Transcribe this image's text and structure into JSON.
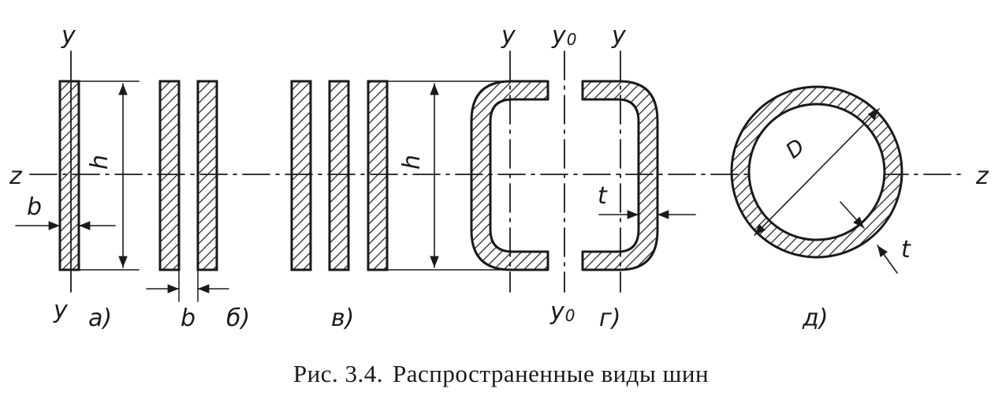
{
  "caption": {
    "number": "Рис. 3.4.",
    "text": "Распространенные виды шин"
  },
  "axes": {
    "z": "z",
    "y": "y",
    "y0_base": "y",
    "y0_sub": "0"
  },
  "dimensions": {
    "height": "h",
    "width": "b",
    "thickness": "t",
    "diameter": "D"
  },
  "panels": {
    "a": "а)",
    "b": "б)",
    "v": "в)",
    "g": "г)",
    "d": "д)"
  }
}
